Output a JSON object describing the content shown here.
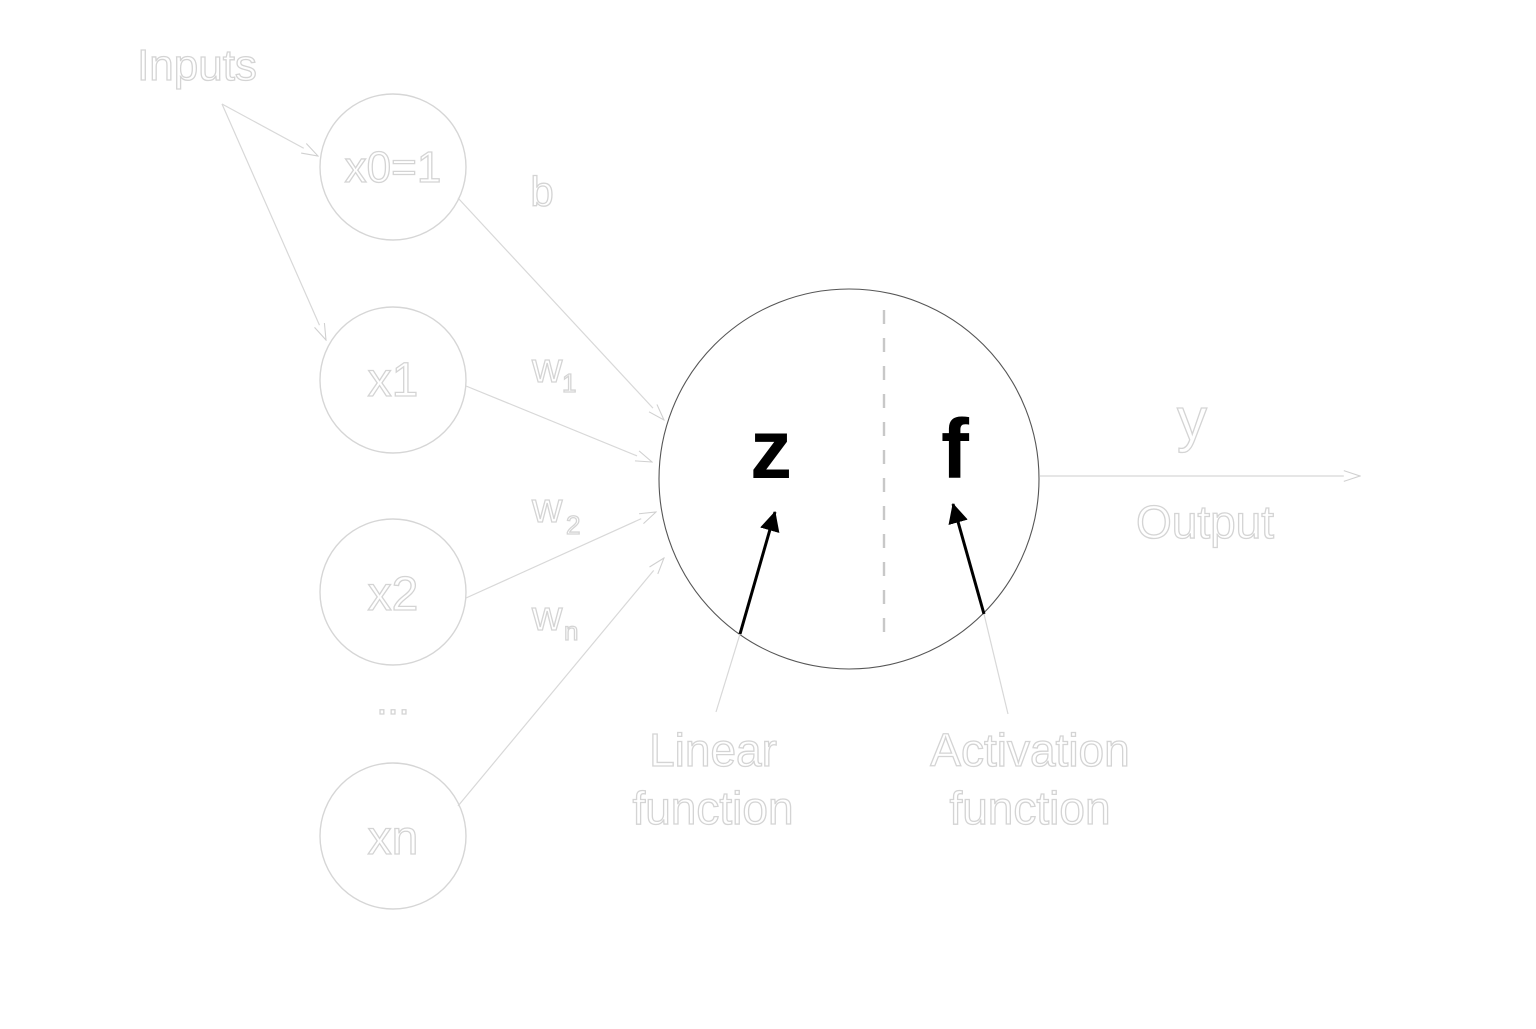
{
  "labels": {
    "inputs": "Inputs",
    "bias": "b",
    "weight_1": "w",
    "weight_1_sub": "1",
    "weight_2": "w",
    "weight_2_sub": "2",
    "weight_n": "w",
    "weight_n_sub": "n",
    "ellipsis": "...",
    "z": "z",
    "f": "f",
    "output_symbol": "y",
    "output": "Output",
    "linear_line1": "Linear",
    "linear_line2": "function",
    "activation_line1": "Activation",
    "activation_line2": "function"
  },
  "nodes": [
    {
      "label": "x0=1"
    },
    {
      "label": "x1"
    },
    {
      "label": "x2"
    },
    {
      "label": "xn"
    }
  ],
  "colors": {
    "faded_outline": "#d6d6d6",
    "neuron_outline": "#555555",
    "highlight": "#000000"
  }
}
